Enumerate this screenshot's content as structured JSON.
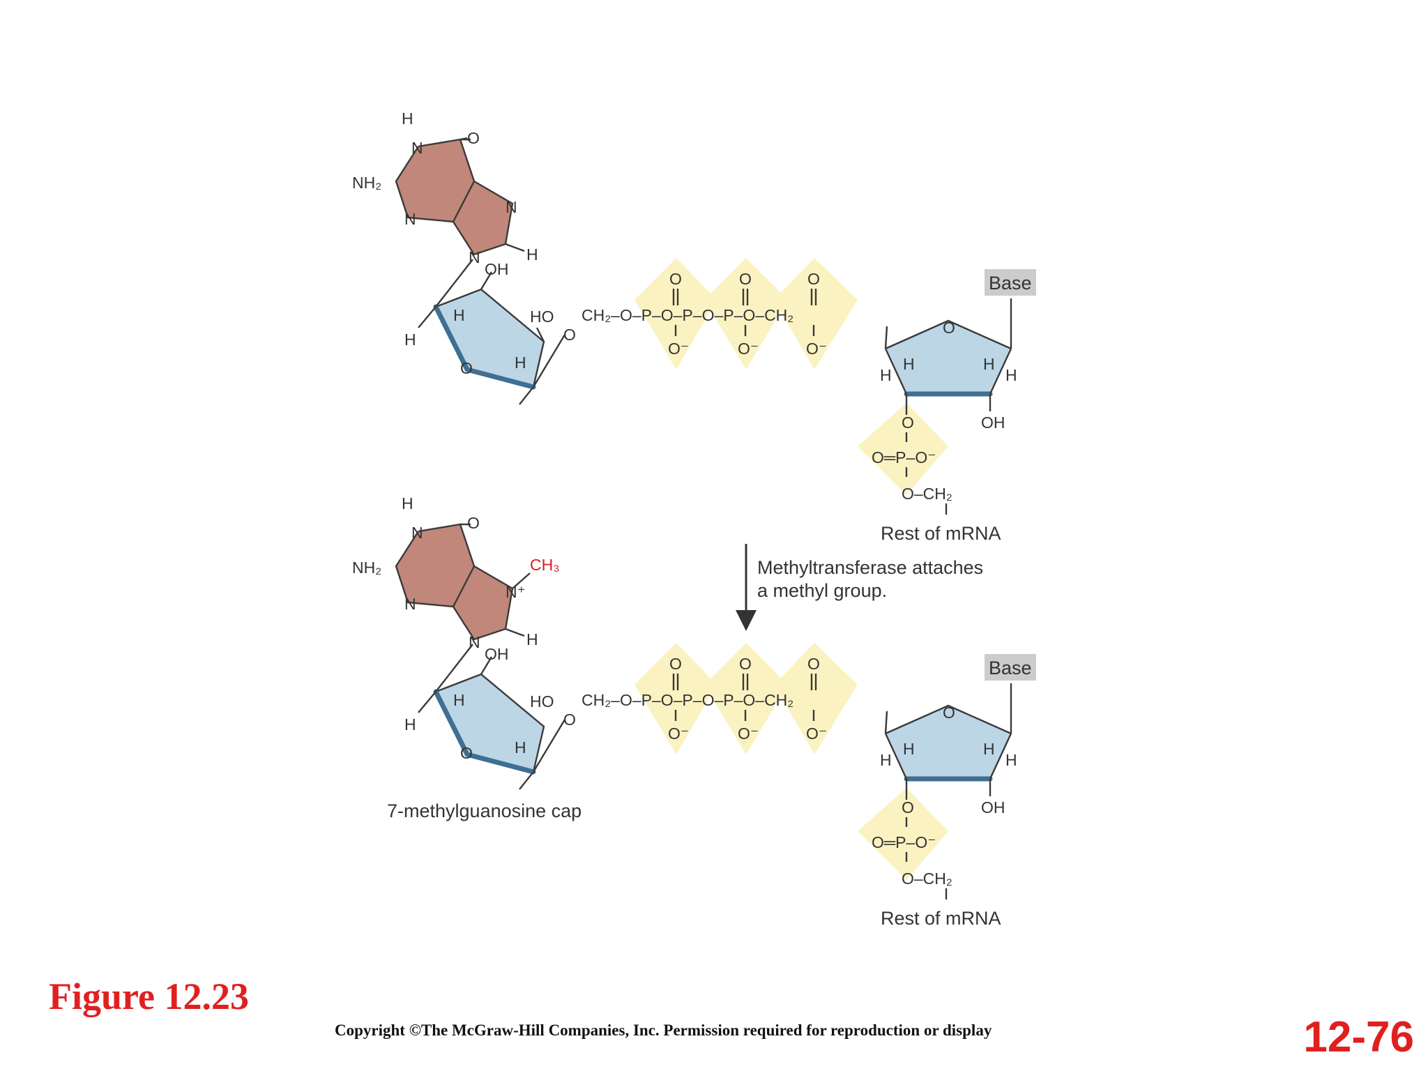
{
  "slide": {
    "figure_label": "Figure 12.23",
    "copyright": "Copyright ©The McGraw-Hill Companies, Inc. Permission required for reproduction or display",
    "slide_number": "12-76"
  },
  "diagram": {
    "step_label_line1": "Methyltransferase attaches",
    "step_label_line2": "a methyl group.",
    "cap_label": "7-methylguanosine cap",
    "rest_label": "Rest of mRNA",
    "base_label": "Base",
    "methyl_label": "CH3",
    "colors": {
      "guanine_fill": "#c0877a",
      "ribose_fill": "#bcd6e6",
      "ribose_edge": "#3f6f92",
      "phosphate_fill": "#fbf2c2",
      "methyl_text": "#d42020"
    }
  }
}
